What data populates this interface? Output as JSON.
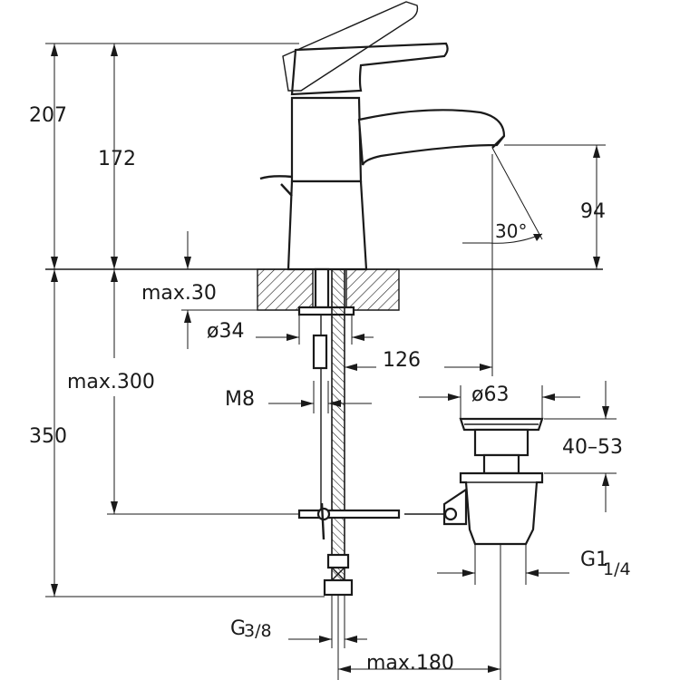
{
  "dimensions": {
    "total_height": "207",
    "spout_height": "172",
    "outlet_height": "94",
    "spout_angle": "30°",
    "max_deck_thickness": "max.30",
    "hole_diameter": "ø34",
    "spout_reach": "126",
    "max_hose_length": "max.300",
    "stud_thread": "M8",
    "below_deck_height": "350",
    "waste_diameter": "ø63",
    "waste_height_range": "40–53",
    "waste_thread_main": "G1",
    "waste_thread_fraction": "1/4",
    "supply_thread_main": "G",
    "supply_thread_fraction": "3/8",
    "max_supply_distance": "max.180"
  }
}
